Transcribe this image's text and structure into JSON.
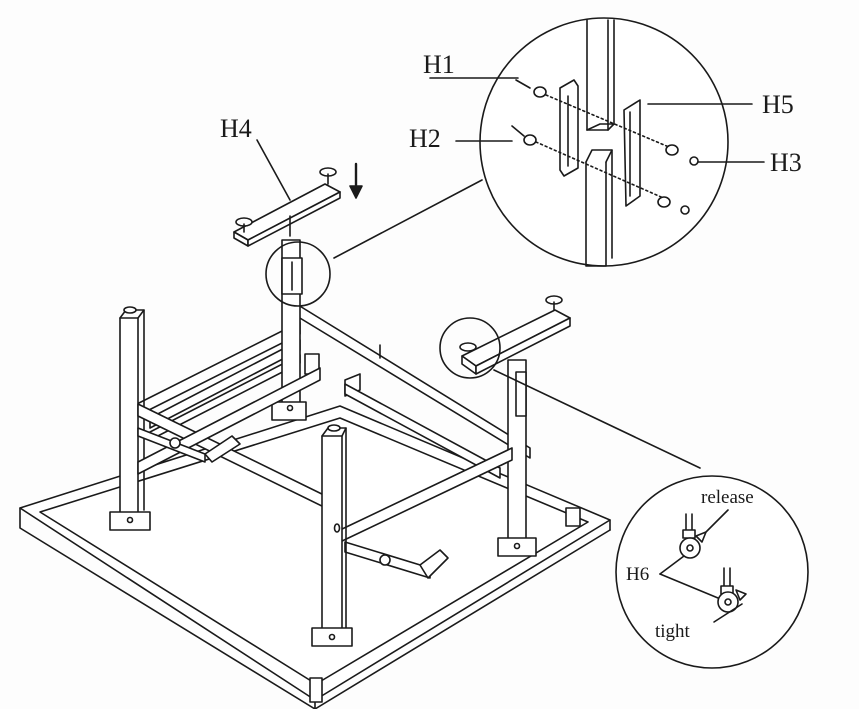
{
  "labels": {
    "h1": "H1",
    "h2": "H2",
    "h3": "H3",
    "h4": "H4",
    "h5": "H5",
    "h6": "H6",
    "release": "release",
    "tight": "tight"
  },
  "colors": {
    "ink": "#1a1a1a",
    "paper": "#fdfdfd",
    "fill": "#ffffff"
  },
  "icons": {
    "direction": "down-arrow-icon"
  }
}
